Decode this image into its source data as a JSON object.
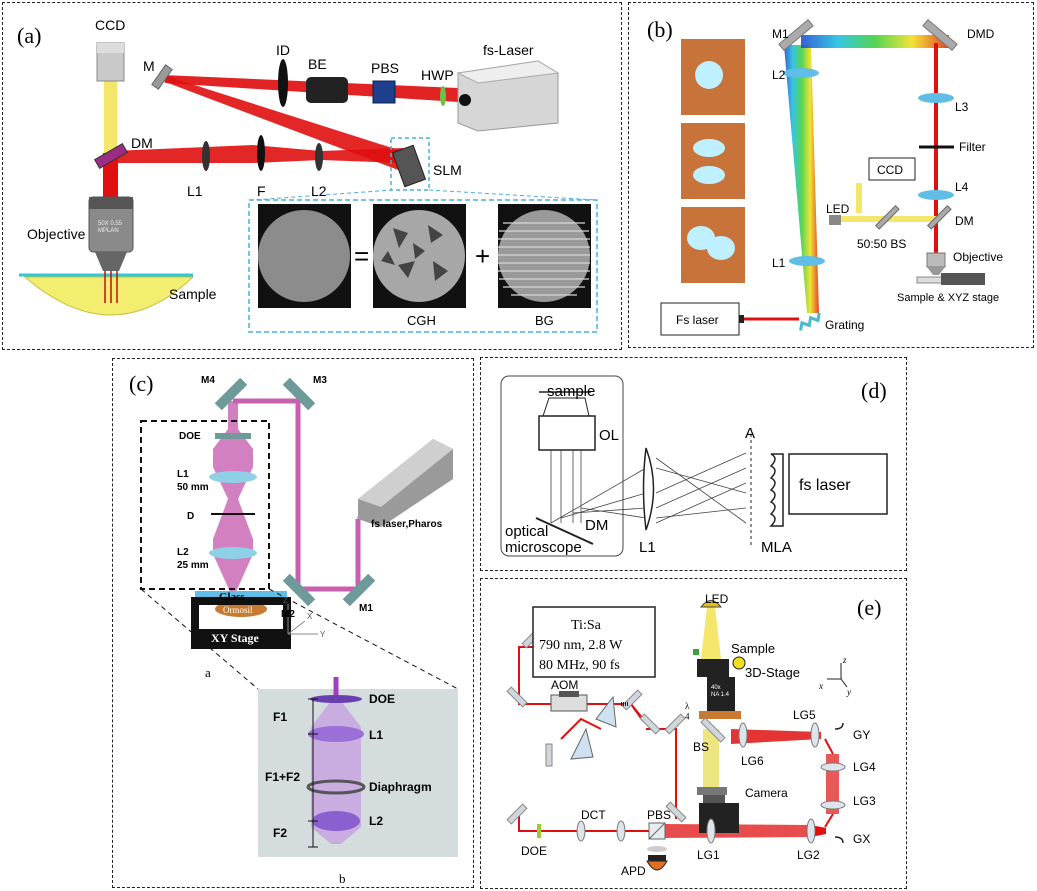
{
  "panels": {
    "a": {
      "tag": "(a)",
      "labels": {
        "ccd": "CCD",
        "m": "M",
        "id": "ID",
        "be": "BE",
        "pbs": "PBS",
        "hwp": "HWP",
        "laser": "fs-Laser",
        "dm": "DM",
        "l1": "L1",
        "f": "F",
        "l2": "L2",
        "slm": "SLM",
        "objective": "Objective",
        "sample": "Sample",
        "obj_text": "50X 0.55\nMPLAN",
        "eq": "=",
        "plus": "+",
        "cgh": "CGH",
        "bg": "BG"
      }
    },
    "b": {
      "tag": "(b)",
      "labels": {
        "m1": "M1",
        "dmd": "DMD",
        "l2": "L2",
        "l3": "L3",
        "filter": "Filter",
        "ccd": "CCD",
        "l4": "L4",
        "led": "LED",
        "dm": "DM",
        "bs": "50:50 BS",
        "l1": "L1",
        "objective": "Objective",
        "stage": "Sample & XYZ stage",
        "laser": "Fs laser",
        "grating": "Grating"
      }
    },
    "c": {
      "tag": "(c)",
      "labels": {
        "m4": "M4",
        "m3": "M3",
        "doe": "DOE",
        "l1": "L1",
        "l1f": "50 mm",
        "d": "D",
        "l2": "L2",
        "l2f": "25 mm",
        "laser": "fs laser,Pharos",
        "m2": "M2",
        "m1": "M1",
        "glass": "Glass",
        "ormosil": "Ormosil",
        "stage": "XY Stage",
        "z": "Z",
        "x": "X",
        "y": "Y",
        "sub_a": "a",
        "sub_b": "b",
        "in_doe": "DOE",
        "in_f1": "F1",
        "in_l1": "L1",
        "in_f1f2": "F1+F2",
        "in_diaph": "Diaphragm",
        "in_f2": "F2",
        "in_l2": "L2"
      }
    },
    "d": {
      "tag": "(d)",
      "labels": {
        "sample": "sample",
        "ol": "OL",
        "a": "A",
        "laser": "fs laser",
        "dm": "DM",
        "optical": "optical",
        "microscope": "microscope",
        "l1": "L1",
        "mla": "MLA"
      }
    },
    "e": {
      "tag": "(e)",
      "laser_box": [
        "Ti:Sa",
        "790 nm, 2.8 W",
        "80 MHz, 90 fs"
      ],
      "labels": {
        "aom": "AOM",
        "led": "LED",
        "sample": "Sample",
        "stage": "3D-Stage",
        "obj_text": "40x\nNA 1.4",
        "quarter": "λ\n4",
        "bs": "BS",
        "lg6": "LG6",
        "lg5": "LG5",
        "gy": "GY",
        "lg4": "LG4",
        "lg3": "LG3",
        "camera": "Camera",
        "doe": "DOE",
        "dct": "DCT",
        "pbs": "PBS",
        "lg1": "LG1",
        "lg2": "LG2",
        "gx": "GX",
        "apd": "APD",
        "z": "z",
        "x": "x",
        "y": "y"
      }
    }
  },
  "colors": {
    "beam_red": "#e01010",
    "beam_pink": "#c860b0",
    "beam_yellow": "#f3e66a",
    "lens_blue": "#5fbde6",
    "mirror_teal": "#6f9a9a",
    "box_orange": "#c87a30"
  }
}
